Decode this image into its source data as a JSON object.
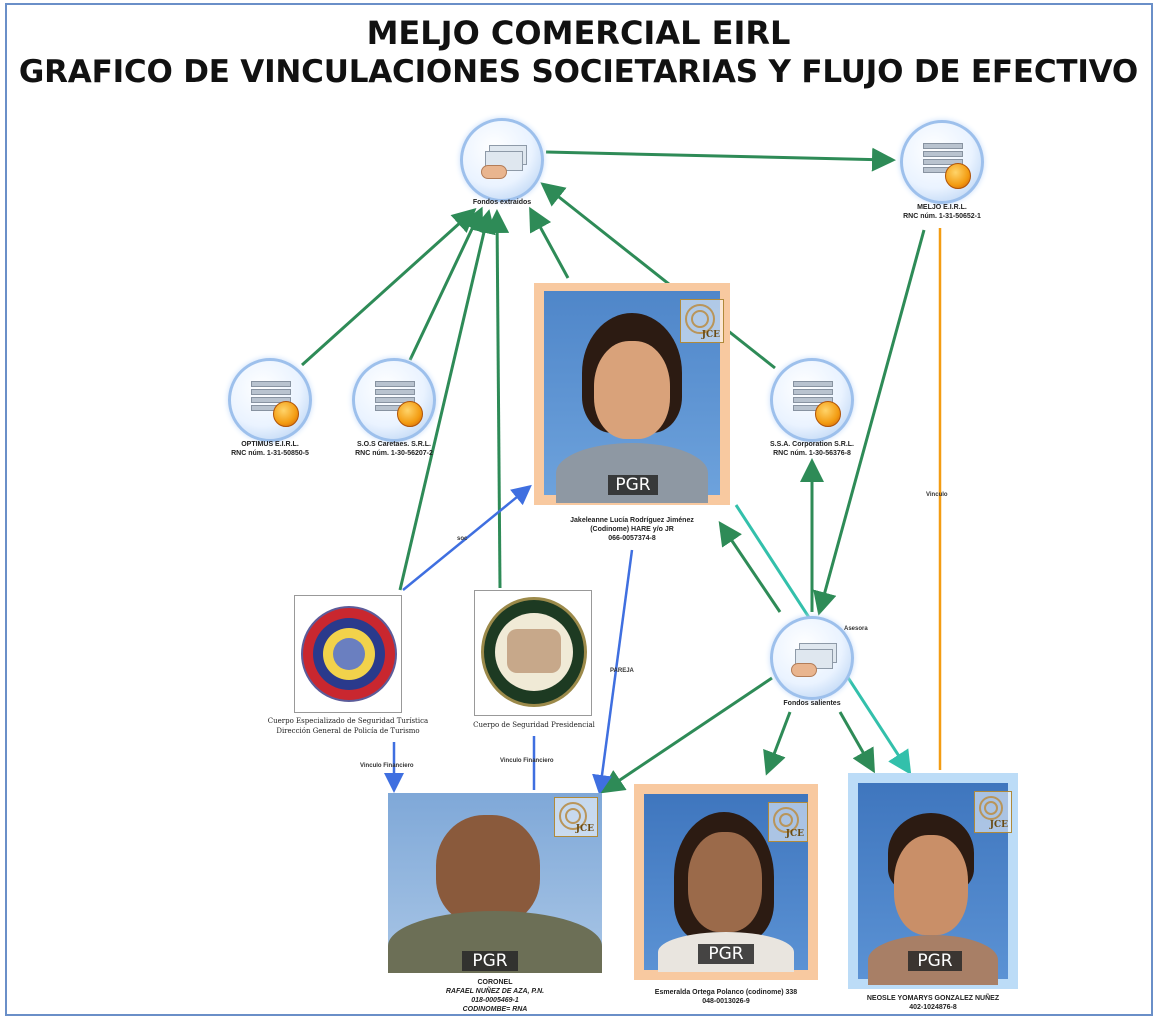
{
  "title": {
    "line1": "MELJO COMERCIAL EIRL",
    "line2": "GRAFICO DE VINCULACIONES SOCIETARIAS Y FLUJO DE EFECTIVO"
  },
  "nodes": {
    "fondos_extraidos": {
      "label": "Fondos extraidos",
      "icon": "money-hand-icon"
    },
    "meljo": {
      "label_1": "MELJO E.I.R.L.",
      "label_2": "RNC núm. 1-31-50652-1",
      "icon": "server-coin-icon"
    },
    "optimus": {
      "label_1": "OPTIMUS E.I.R.L.",
      "label_2": "RNC núm. 1-31-50850-5",
      "icon": "server-coin-icon"
    },
    "sos_caretaes": {
      "label_1": "S.O.S Caretaes. S.R.L.",
      "label_2": "RNC núm. 1-30-56207-2",
      "icon": "server-coin-icon"
    },
    "ssa_corporation": {
      "label_1": "S.S.A. Corporation S.R.L.",
      "label_2": "RNC núm. 1-30-56376-8",
      "icon": "server-coin-icon"
    },
    "fondos_salientes": {
      "label": "Fondos salientes",
      "icon": "money-hand-icon"
    }
  },
  "persons": {
    "central": {
      "badge": "PGR",
      "logo": "JCE",
      "label_1": "Jakeleanne Lucía Rodríguez Jiménez",
      "label_2": "(Codinome) HARE y/o JR",
      "label_3": "066-0057374-8"
    },
    "coronel": {
      "badge": "PGR",
      "logo": "JCE",
      "label_1": "CORONEL",
      "label_2": "RAFAEL NUÑEZ DE AZA, P.N.",
      "label_3": "018-0005469-1",
      "label_4": "CODINOMBE= RNA"
    },
    "esmeralda": {
      "badge": "PGR",
      "logo": "JCE",
      "label_1": "Esmeralda Ortega Polanco (codinome) 338",
      "label_2": "048-0013026-9"
    },
    "neosle": {
      "badge": "PGR",
      "logo": "JCE",
      "label_1": "NEOSLE YOMARYS GONZALEZ NUÑEZ",
      "label_2": "402-1024876-8"
    }
  },
  "institutions": {
    "turismo": {
      "label_1": "Cuerpo Especializado de Seguridad Turística",
      "label_2": "Dirección General de Policía de Turismo"
    },
    "presidencial": {
      "label_1": "Cuerpo de Seguridad Presidencial"
    }
  },
  "edge_labels": {
    "pareja": "PAREJA",
    "soc": "soc",
    "asesora": "Asesora",
    "vinculo": "Vinculo",
    "turismo_link": "Vinculo Financiero",
    "presidencial_link": "Vinculo Financiero"
  },
  "colors": {
    "green": "#2e8b57",
    "blue": "#3f6fe0",
    "teal": "#33c0ab",
    "orange": "#f39c12",
    "peach_frame": "#f8c9a0",
    "blue_frame": "#bcdcf7"
  }
}
